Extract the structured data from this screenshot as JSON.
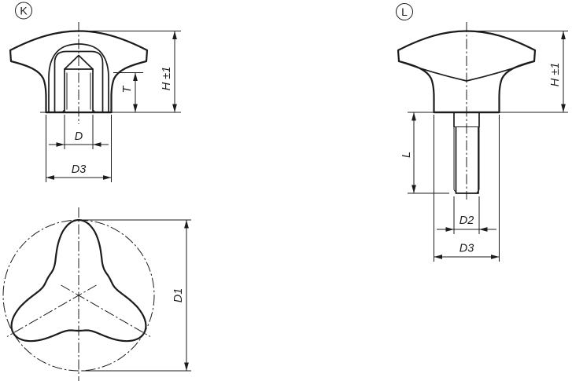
{
  "drawing": {
    "background_color": "#ffffff",
    "line_color": "#1c1c1c",
    "views": {
      "section": {
        "label": "K",
        "dim_height": "H ±1",
        "dim_thread_depth": "T",
        "dim_bore_diameter": "D",
        "dim_hub_diameter": "D3"
      },
      "side": {
        "label": "L",
        "dim_height": "H ±1",
        "dim_stud_length": "L",
        "dim_thread_diameter": "D2",
        "dim_hub_diameter": "D3"
      },
      "top": {
        "dim_outer_diameter": "D1"
      }
    }
  }
}
